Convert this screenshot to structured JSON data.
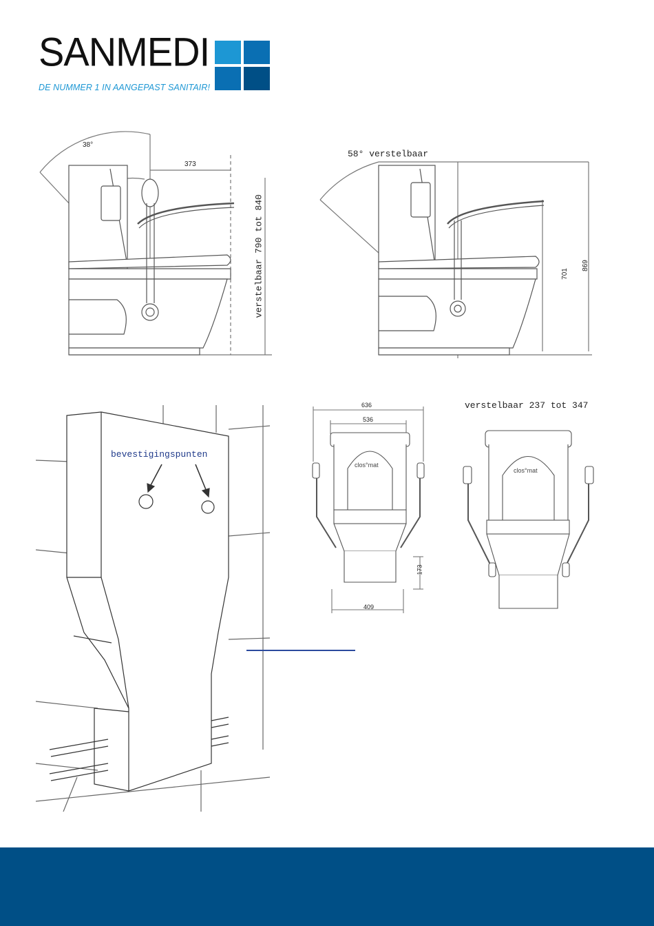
{
  "brand": {
    "name": "SANMEDI",
    "tagline": "DE NUMMER 1 IN AANGEPAST SANITAIR!",
    "colors": {
      "dark_blue": "#004f86",
      "light_blue": "#1d97d4",
      "mid_blue": "#0a6fb3"
    }
  },
  "drawing1": {
    "angle": "38°",
    "width": "373",
    "height_label": "verstelbaar 790 tot 840"
  },
  "drawing2": {
    "angle_label": "58° verstelbaar",
    "dim_a": "701",
    "dim_b": "869"
  },
  "installation": {
    "label": "bevestigingspunten"
  },
  "front_view": {
    "outer_width": "636",
    "inner_width": "536",
    "height": "173",
    "base_width": "409",
    "brand_mark": "clos°mat"
  },
  "front_view2": {
    "label": "verstelbaar 237 tot 347",
    "brand_mark": "clos°mat"
  },
  "footer": {
    "color": "#004f86"
  }
}
